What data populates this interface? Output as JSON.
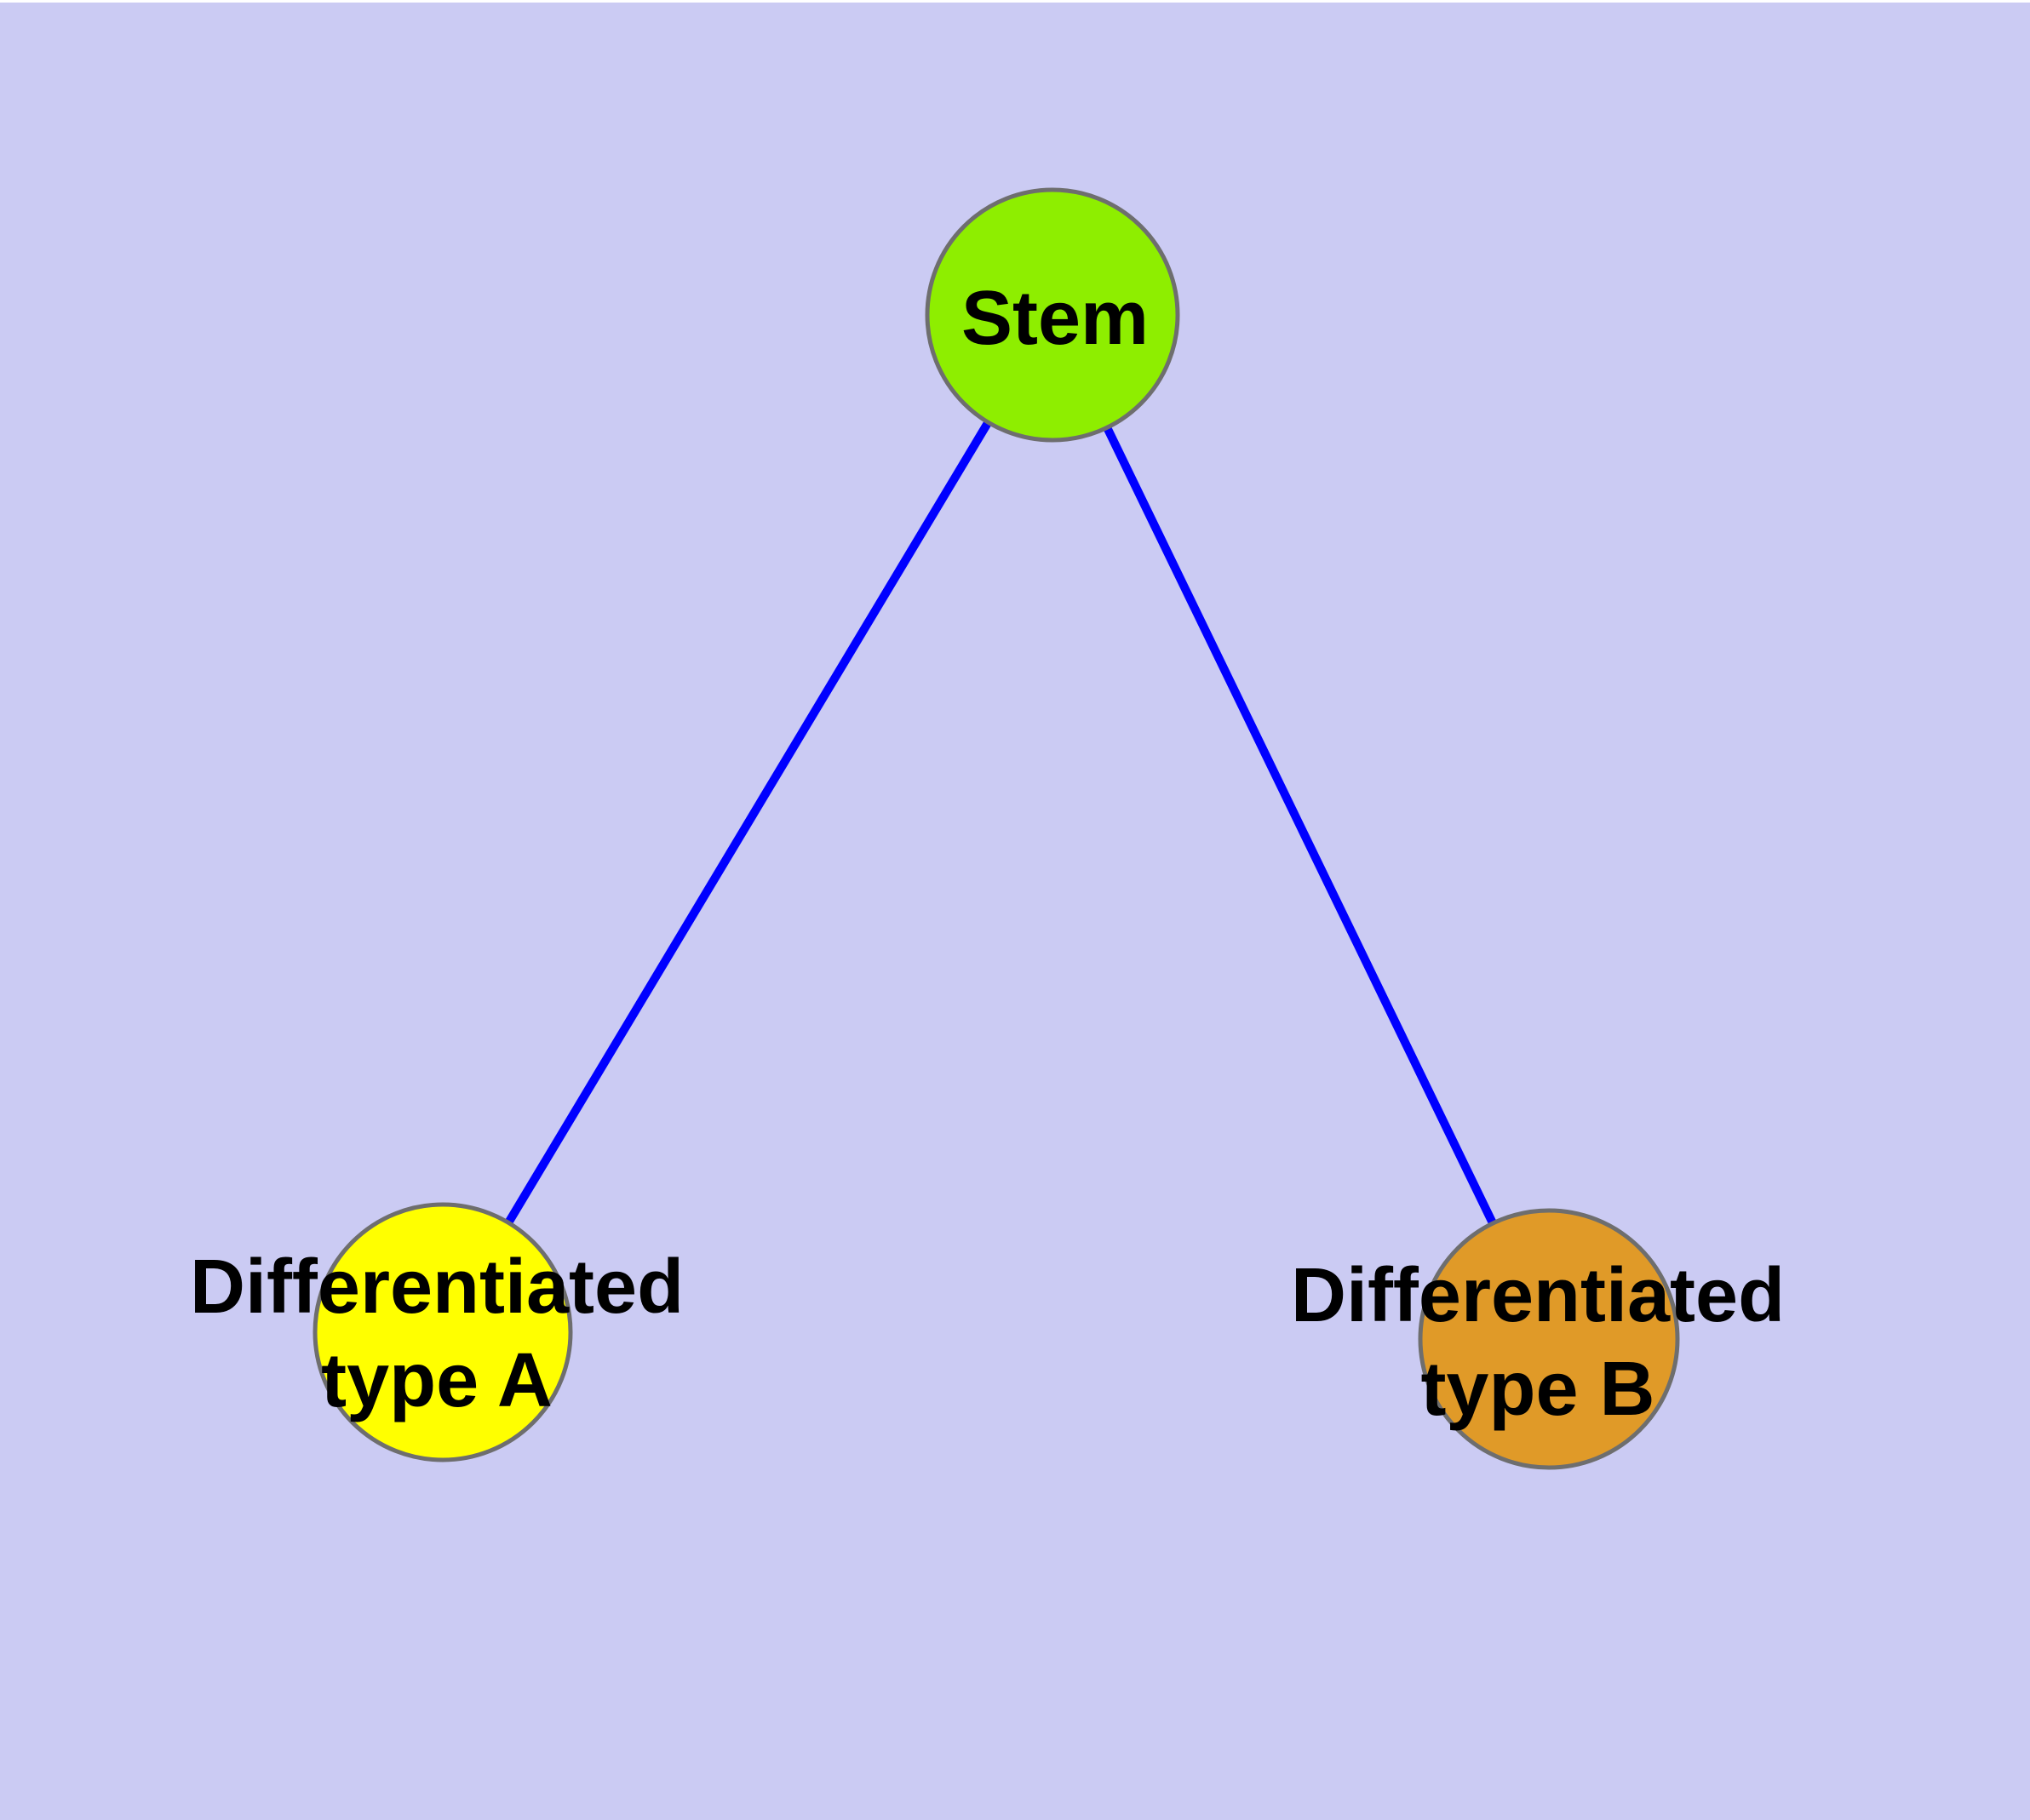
{
  "diagram": {
    "type": "node-link-graph",
    "colors": {
      "background": "#CBCBF3",
      "top_margin": "#FFFFFF",
      "edge": "#0000FF",
      "node_border": "#6E6E6E",
      "label_text": "#000000"
    },
    "nodes": [
      {
        "id": "stem",
        "label": "Stem",
        "fill": "#8EEE00"
      },
      {
        "id": "differentiated-type-a",
        "label": "Differentiated\ntype A",
        "fill": "#FFFF00"
      },
      {
        "id": "differentiated-type-b",
        "label": "Differentiated\ntype B",
        "fill": "#E09A28"
      }
    ],
    "edges": [
      {
        "from": "stem",
        "to": "differentiated-type-a"
      },
      {
        "from": "stem",
        "to": "differentiated-type-b"
      }
    ]
  }
}
